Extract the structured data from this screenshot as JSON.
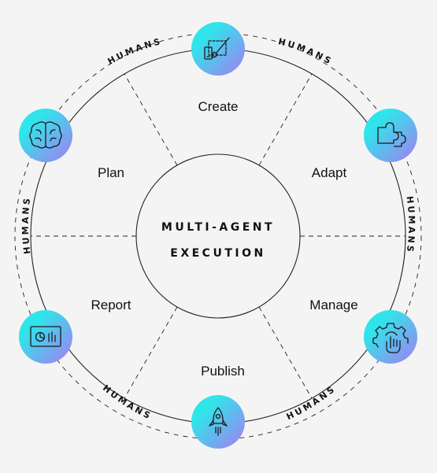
{
  "center": {
    "line1": "MULTI-AGENT",
    "line2": "EXECUTION"
  },
  "segments": [
    {
      "label": "Create"
    },
    {
      "label": "Adapt"
    },
    {
      "label": "Manage"
    },
    {
      "label": "Publish"
    },
    {
      "label": "Report"
    },
    {
      "label": "Plan"
    }
  ],
  "humans": [
    {
      "label": "HUMANS"
    },
    {
      "label": "HUMANS"
    },
    {
      "label": "HUMANS"
    },
    {
      "label": "HUMANS"
    },
    {
      "label": "HUMANS"
    },
    {
      "label": "HUMANS"
    }
  ],
  "icons": [
    {
      "name": "design-tools-icon"
    },
    {
      "name": "puzzle-icon"
    },
    {
      "name": "gear-touch-icon"
    },
    {
      "name": "rocket-icon"
    },
    {
      "name": "dashboard-icon"
    },
    {
      "name": "brain-icon"
    }
  ],
  "colors": {
    "gradient_start": "#2ee6ea",
    "gradient_end": "#a77bf3",
    "line": "#222222",
    "background": "#f4f4f4"
  }
}
